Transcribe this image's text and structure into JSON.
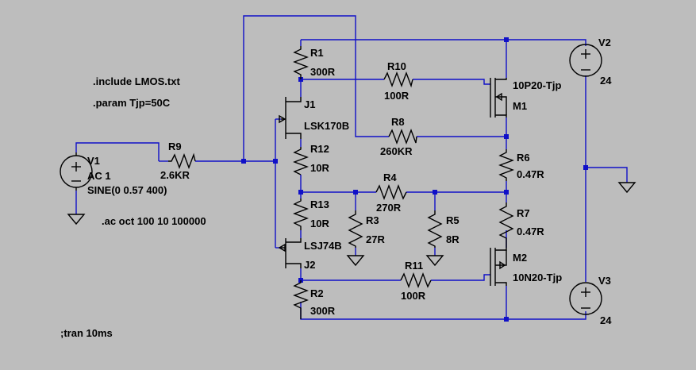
{
  "directives": [
    {
      "id": "include",
      "text": ".include LMOS.txt"
    },
    {
      "id": "param",
      "text": ".param Tjp=50C"
    },
    {
      "id": "ac",
      "text": ".ac oct 100 10 100000"
    },
    {
      "id": "tran",
      "text": ";tran 10ms"
    }
  ],
  "components": {
    "V1": {
      "ref": "V1",
      "lines": [
        "AC 1",
        "SINE(0 0.57 400)"
      ]
    },
    "V2": {
      "ref": "V2",
      "value": "24"
    },
    "V3": {
      "ref": "V3",
      "value": "24"
    },
    "R1": {
      "ref": "R1",
      "value": "300R"
    },
    "R2": {
      "ref": "R2",
      "value": "300R"
    },
    "R3": {
      "ref": "R3",
      "value": "27R"
    },
    "R4": {
      "ref": "R4",
      "value": "270R"
    },
    "R5": {
      "ref": "R5",
      "value": "8R"
    },
    "R6": {
      "ref": "R6",
      "value": "0.47R"
    },
    "R7": {
      "ref": "R7",
      "value": "0.47R"
    },
    "R8": {
      "ref": "R8",
      "value": "260KR"
    },
    "R9": {
      "ref": "R9",
      "value": "2.6KR"
    },
    "R10": {
      "ref": "R10",
      "value": "100R"
    },
    "R11": {
      "ref": "R11",
      "value": "100R"
    },
    "R12": {
      "ref": "R12",
      "value": "10R"
    },
    "R13": {
      "ref": "R13",
      "value": "10R"
    },
    "J1": {
      "ref": "J1",
      "value": "LSK170B"
    },
    "J2": {
      "ref": "J2",
      "value": "LSJ74B"
    },
    "M1": {
      "ref": "M1",
      "value": "10P20-Tjp"
    },
    "M2": {
      "ref": "M2",
      "value": "10N20-Tjp"
    }
  },
  "colors": {
    "wire": "#1010c8",
    "background": "#bdbdbd",
    "component": "#000000"
  }
}
